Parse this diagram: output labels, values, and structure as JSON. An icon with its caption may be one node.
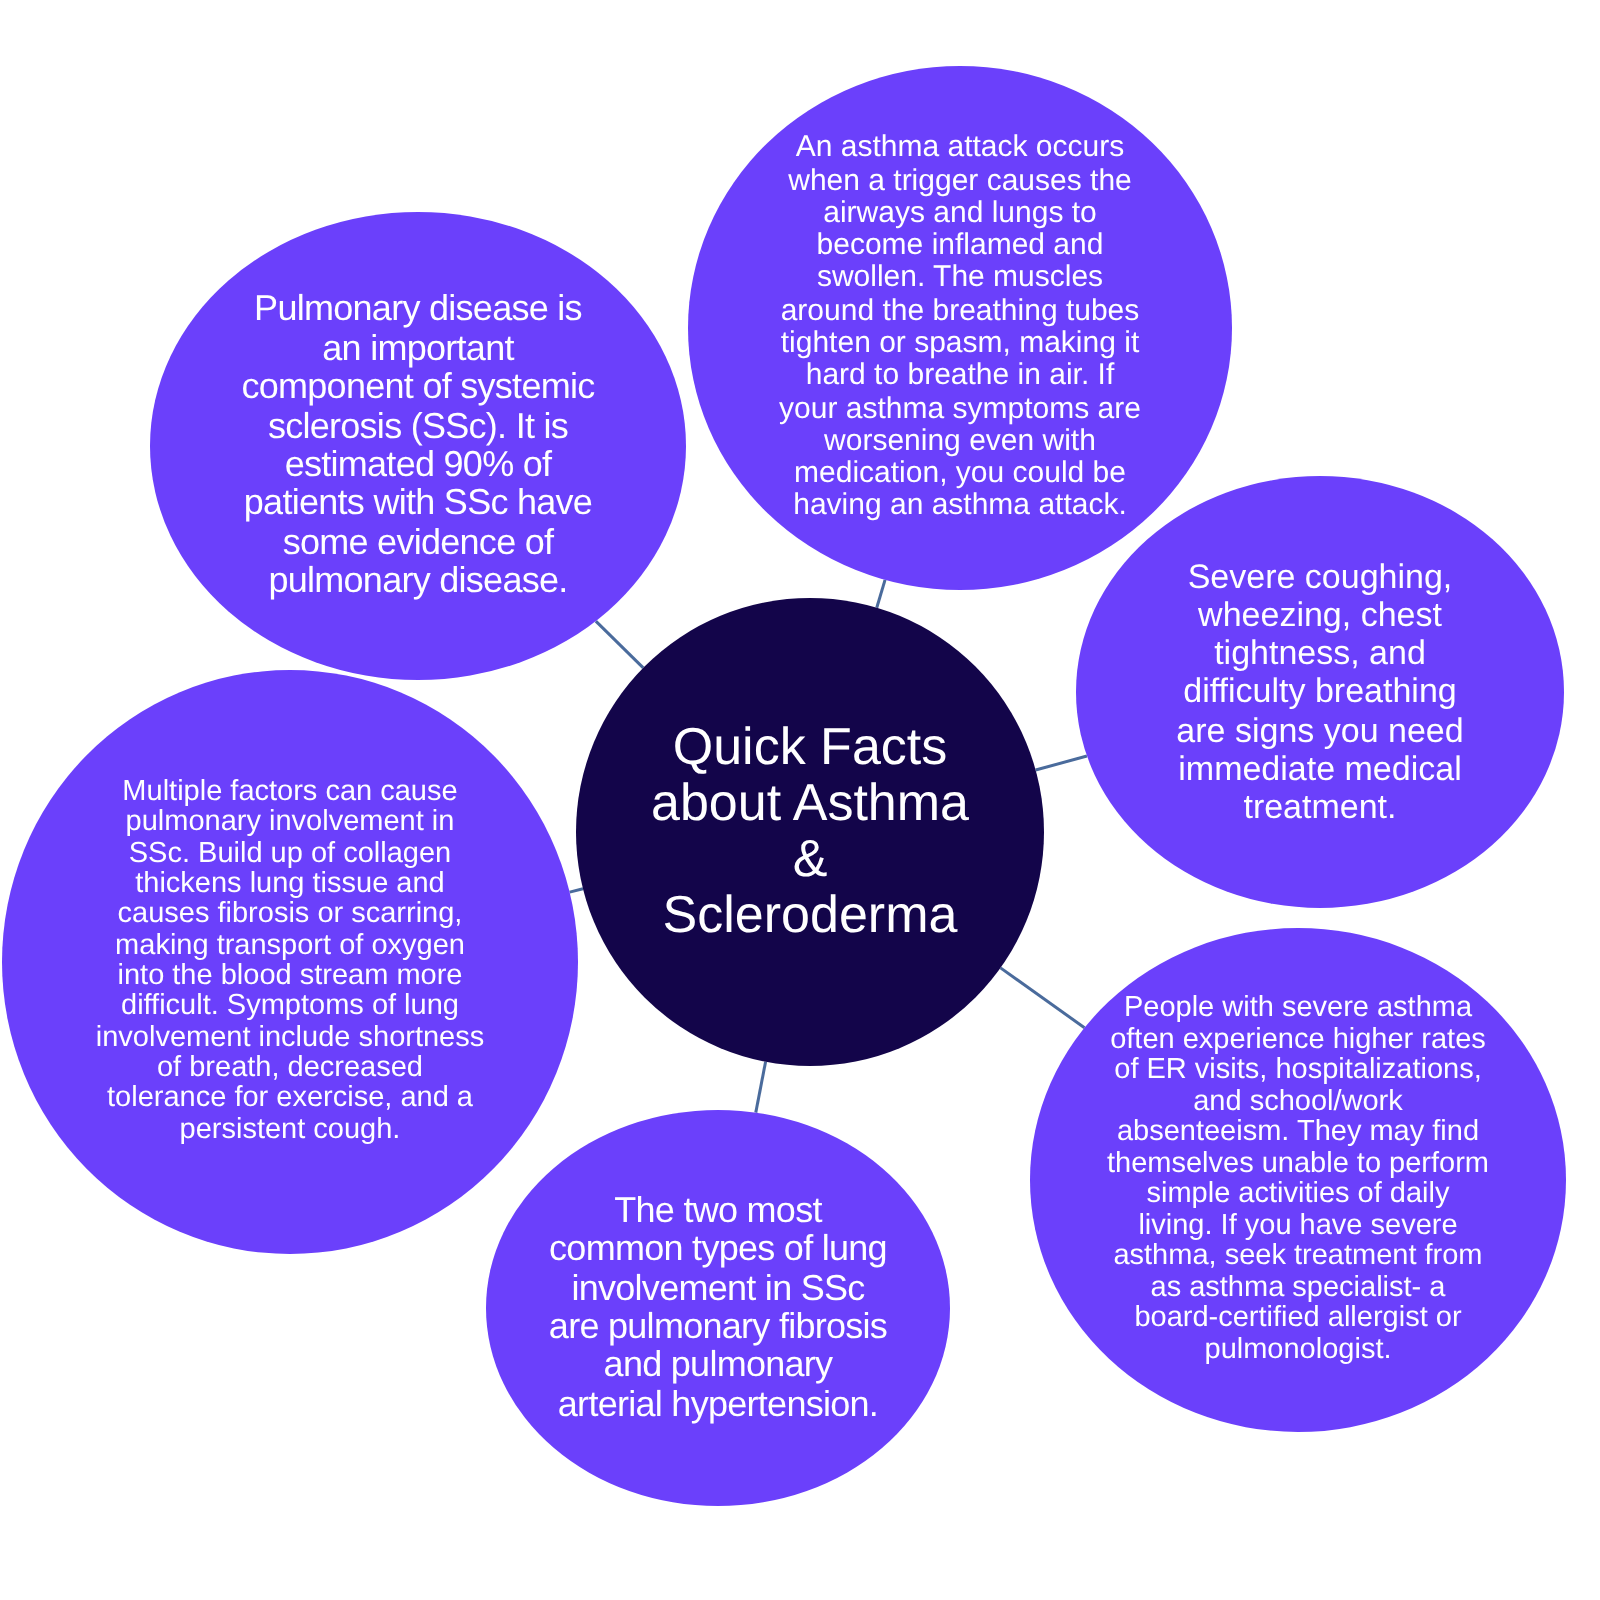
{
  "diagram": {
    "nodes": [
      {
        "text": [
          "Quick Facts about Asthma & Scleroderma"
        ]
      },
      {
        "text": [
          "Pulmonary disease is an important component of systemic sclerosis (SSc). It is estimated 90% of patients with SSc have some evidence of pulmonary disease."
        ]
      },
      {
        "text": [
          "An asthma attack occurs when a trigger causes the airways and lungs to become inflamed and swollen. The muscles around the breathing tubes tighten or spasm, making it hard to breathe in air. If your asthma symptoms are worsening even with medication, you could be having an asthma attack."
        ]
      },
      {
        "text": [
          "Severe coughing, wheezing, chest tightness, and difficulty breathing are signs you need immediate medical treatment."
        ]
      },
      {
        "text": [
          "People with severe asthma often experience higher rates of ER visits, hospitalizations, and school/work absenteeism. They may find themselves unable to perform simple activities of daily living. If you have severe asthma, seek treatment from as asthma specialist- a board-certified allergist or pulmonologist."
        ]
      },
      {
        "text": [
          "The two most common types of lung involvement in SSc are pulmonary fibrosis and pulmonary arterial hypertension."
        ]
      },
      {
        "text": [
          "Multiple factors can cause pulmonary involvement in SSc. Build up of collagen thickens lung tissue and causes fibrosis or scarring, making transport of oxygen into the blood stream more difficult. Symptoms of lung involvement include shortness of breath, decreased tolerance for exercise, and a persistent cough."
        ]
      }
    ],
    "edges": [
      {
        "from": 0,
        "to": 1,
        "arrow": "none"
      },
      {
        "from": 0,
        "to": 2,
        "arrow": "none"
      },
      {
        "from": 0,
        "to": 3,
        "arrow": "none"
      },
      {
        "from": 0,
        "to": 4,
        "arrow": "none"
      },
      {
        "from": 0,
        "to": 5,
        "arrow": "none"
      },
      {
        "from": 0,
        "to": 6,
        "arrow": "none"
      }
    ]
  }
}
